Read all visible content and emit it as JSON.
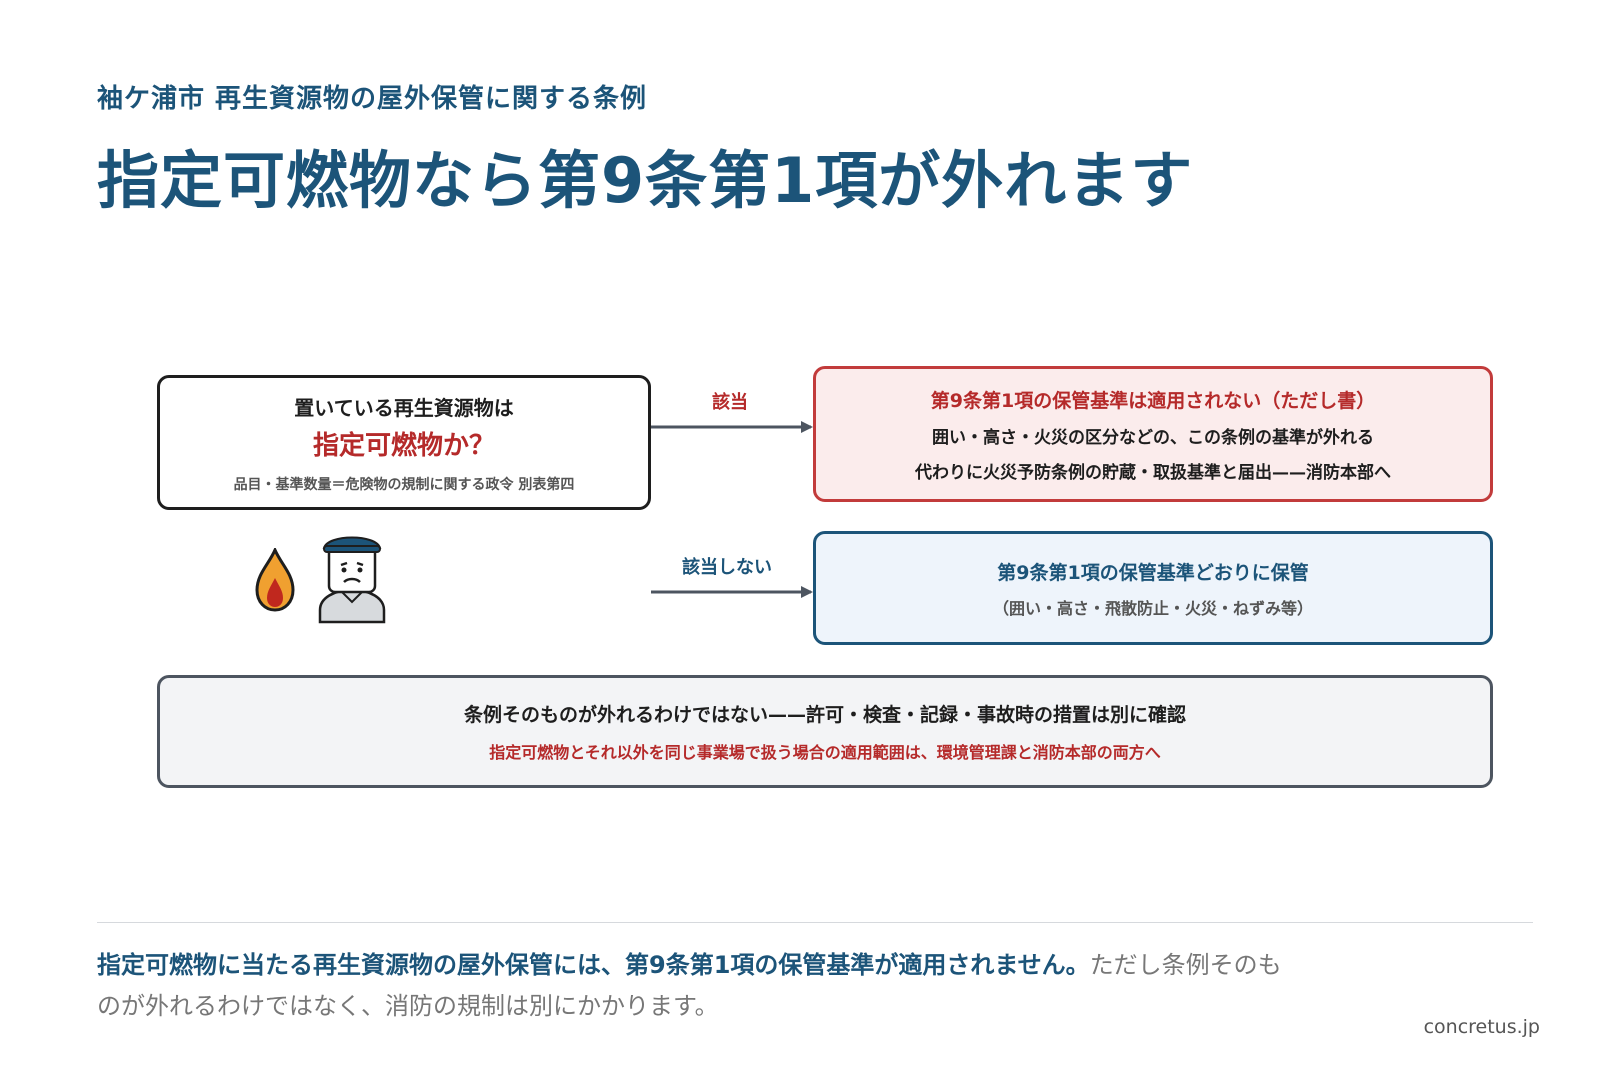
{
  "header": {
    "subtitle": "袖ケ浦市 再生資源物の屋外保管に関する条例",
    "title": "指定可燃物なら第9条第1項が外れます"
  },
  "question_box": {
    "line1": "置いている再生資源物は",
    "line2": "指定可燃物か？",
    "line3": "品目・基準数量＝危険物の規制に関する政令 別表第四"
  },
  "branch_yes": {
    "label": "該当",
    "title": "第9条第1項の保管基準は適用されない（ただし書）",
    "line1": "囲い・高さ・火災の区分などの、この条例の基準が外れる",
    "line2": "代わりに火災予防条例の貯蔵・取扱基準と届出——消防本部へ"
  },
  "branch_no": {
    "label": "該当しない",
    "title": "第9条第1項の保管基準どおりに保管",
    "line1": "（囲い・高さ・飛散防止・火災・ねずみ等）"
  },
  "note_box": {
    "line1": "条例そのものが外れるわけではない——許可・検査・記録・事故時の措置は別に確認",
    "line2": "指定可燃物とそれ以外を同じ事業場で扱う場合の適用範囲は、環境管理課と消防本部の両方へ"
  },
  "footer": {
    "bold": "指定可燃物に当たる再生資源物の屋外保管には、第9条第1項の保管基準が適用されません。",
    "normal": "ただし条例そのものが外れるわけではなく、消防の規制は別にかかります。",
    "brand": "concretus.jp"
  },
  "icons": [
    "flame-icon",
    "worker-icon"
  ],
  "colors": {
    "primary": "#1c5479",
    "accent_red": "#c23b3b",
    "red_bg": "#fbecec",
    "blue_bg": "#eef4fb",
    "gray_bg": "#f3f4f6"
  }
}
